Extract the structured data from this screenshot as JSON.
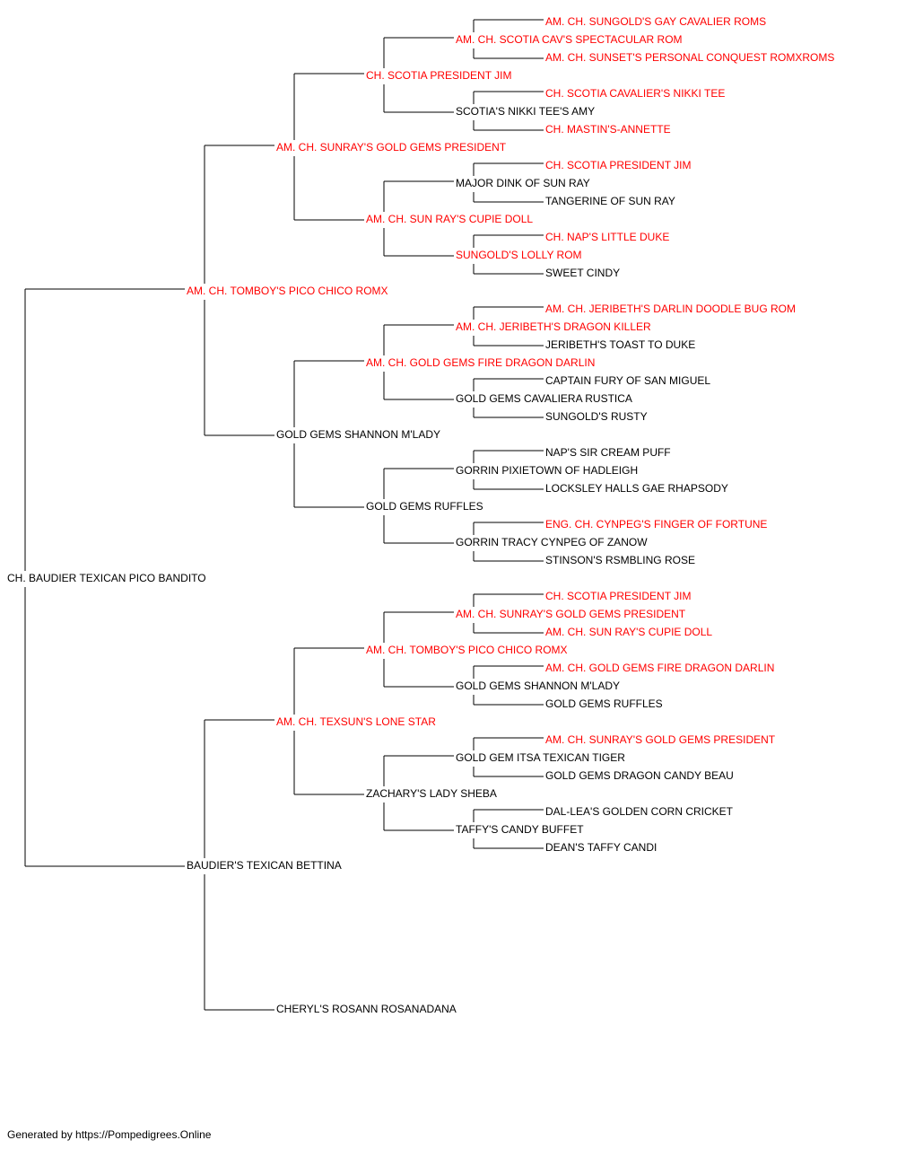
{
  "colors": {
    "champion": "#ff0000",
    "regular": "#000000",
    "line": "#000000"
  },
  "pedigree": {
    "name": "CH. BAUDIER TEXICAN PICO BANDITO",
    "champion": false,
    "sire": {
      "name": "AM. CH. TOMBOY'S PICO CHICO ROMX",
      "champion": true,
      "sire": {
        "name": "AM. CH. SUNRAY'S GOLD GEMS PRESIDENT",
        "champion": true,
        "sire": {
          "name": "CH. SCOTIA PRESIDENT JIM",
          "champion": true,
          "sire": {
            "name": "AM. CH. SCOTIA CAV'S SPECTACULAR ROM",
            "champion": true,
            "sire": {
              "name": "AM. CH. SUNGOLD'S GAY CAVALIER ROMS",
              "champion": true
            },
            "dam": {
              "name": "AM. CH. SUNSET'S PERSONAL CONQUEST ROMXROMS",
              "champion": true
            }
          },
          "dam": {
            "name": "SCOTIA'S NIKKI TEE'S AMY",
            "champion": false,
            "sire": {
              "name": "CH. SCOTIA CAVALIER'S NIKKI TEE",
              "champion": true
            },
            "dam": {
              "name": "CH. MASTIN'S-ANNETTE",
              "champion": true
            }
          }
        },
        "dam": {
          "name": "AM. CH. SUN RAY'S CUPIE DOLL",
          "champion": true,
          "sire": {
            "name": "MAJOR DINK OF SUN RAY",
            "champion": false,
            "sire": {
              "name": "CH. SCOTIA PRESIDENT JIM",
              "champion": true
            },
            "dam": {
              "name": "TANGERINE OF SUN RAY",
              "champion": false
            }
          },
          "dam": {
            "name": "SUNGOLD'S LOLLY ROM",
            "champion": true,
            "sire": {
              "name": "CH. NAP'S LITTLE DUKE",
              "champion": true
            },
            "dam": {
              "name": "SWEET CINDY",
              "champion": false
            }
          }
        }
      },
      "dam": {
        "name": "GOLD GEMS SHANNON M'LADY",
        "champion": false,
        "sire": {
          "name": "AM. CH. GOLD GEMS FIRE DRAGON DARLIN",
          "champion": true,
          "sire": {
            "name": "AM. CH. JERIBETH'S DRAGON KILLER",
            "champion": true,
            "sire": {
              "name": "AM. CH. JERIBETH'S DARLIN DOODLE BUG ROM",
              "champion": true
            },
            "dam": {
              "name": "JERIBETH'S TOAST TO DUKE",
              "champion": false
            }
          },
          "dam": {
            "name": "GOLD GEMS CAVALIERA RUSTICA",
            "champion": false,
            "sire": {
              "name": "CAPTAIN FURY OF SAN MIGUEL",
              "champion": false
            },
            "dam": {
              "name": "SUNGOLD'S RUSTY",
              "champion": false
            }
          }
        },
        "dam": {
          "name": "GOLD GEMS RUFFLES",
          "champion": false,
          "sire": {
            "name": "GORRIN PIXIETOWN OF HADLEIGH",
            "champion": false,
            "sire": {
              "name": "NAP'S SIR CREAM PUFF",
              "champion": false
            },
            "dam": {
              "name": "LOCKSLEY HALLS GAE RHAPSODY",
              "champion": false
            }
          },
          "dam": {
            "name": "GORRIN TRACY CYNPEG OF ZANOW",
            "champion": false,
            "sire": {
              "name": "ENG. CH. CYNPEG'S FINGER OF FORTUNE",
              "champion": true
            },
            "dam": {
              "name": "STINSON'S RSMBLING ROSE",
              "champion": false
            }
          }
        }
      }
    },
    "dam": {
      "name": "BAUDIER'S TEXICAN BETTINA",
      "champion": false,
      "sire": {
        "name": "AM. CH. TEXSUN'S LONE STAR",
        "champion": true,
        "sire": {
          "name": "AM. CH. TOMBOY'S PICO CHICO ROMX",
          "champion": true,
          "sire": {
            "name": "AM. CH. SUNRAY'S GOLD GEMS PRESIDENT",
            "champion": true,
            "sire": {
              "name": "CH. SCOTIA PRESIDENT JIM",
              "champion": true
            },
            "dam": {
              "name": "AM. CH. SUN RAY'S CUPIE DOLL",
              "champion": true
            }
          },
          "dam": {
            "name": "GOLD GEMS SHANNON M'LADY",
            "champion": false,
            "sire": {
              "name": "AM. CH. GOLD GEMS FIRE DRAGON DARLIN",
              "champion": true
            },
            "dam": {
              "name": "GOLD GEMS RUFFLES",
              "champion": false
            }
          }
        },
        "dam": {
          "name": "ZACHARY'S LADY SHEBA",
          "champion": false,
          "sire": {
            "name": "GOLD GEM ITSA TEXICAN TIGER",
            "champion": false,
            "sire": {
              "name": "AM. CH. SUNRAY'S GOLD GEMS PRESIDENT",
              "champion": true
            },
            "dam": {
              "name": "GOLD GEMS DRAGON CANDY BEAU",
              "champion": false
            }
          },
          "dam": {
            "name": "TAFFY'S CANDY BUFFET",
            "champion": false,
            "sire": {
              "name": "DAL-LEA'S GOLDEN CORN CRICKET",
              "champion": false
            },
            "dam": {
              "name": "DEAN'S TAFFY CANDI",
              "champion": false
            }
          }
        }
      },
      "dam": {
        "name": "CHERYL'S ROSANN ROSANADANA",
        "champion": false
      }
    }
  },
  "footer": {
    "text": "Generated by https://Pompedigrees.Online"
  }
}
